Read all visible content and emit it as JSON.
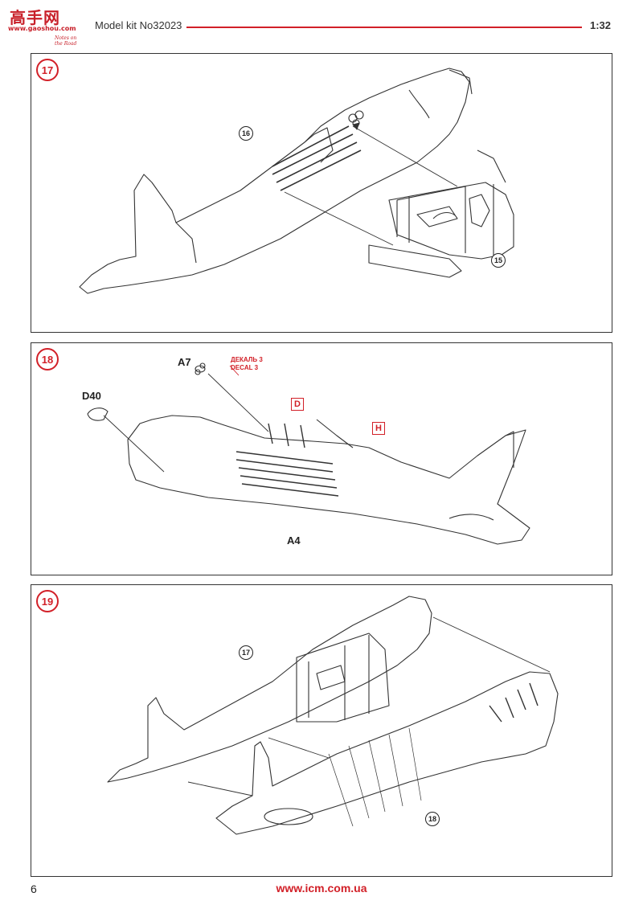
{
  "header": {
    "logo_cn": "高手网",
    "logo_site": "www.gaoshou.com",
    "logo_tagline": "Notes on the Road",
    "model_title": "Model kit No32023",
    "scale": "1:32",
    "accent_color": "#d22028"
  },
  "steps": [
    {
      "number": "17",
      "refs": [
        "16",
        "15"
      ]
    },
    {
      "number": "18",
      "parts": [
        "A7",
        "D40",
        "A4"
      ],
      "decal_lines": [
        "ДЕКАЛЬ 3",
        "DECAL 3"
      ],
      "paint_codes": [
        "D",
        "H"
      ]
    },
    {
      "number": "19",
      "refs": [
        "17",
        "18"
      ]
    }
  ],
  "footer": {
    "page_number": "6",
    "website": "www.icm.com.ua"
  }
}
